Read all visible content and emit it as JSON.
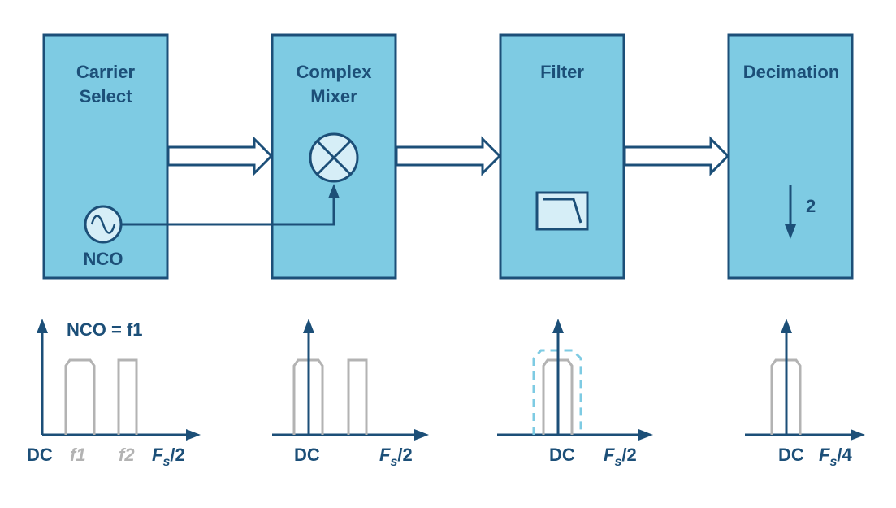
{
  "blocks": {
    "carrier_select": {
      "line1": "Carrier",
      "line2": "Select",
      "nco_label": "NCO"
    },
    "complex_mixer": {
      "line1": "Complex",
      "line2": "Mixer"
    },
    "filter": {
      "label": "Filter"
    },
    "decimation": {
      "label": "Decimation",
      "factor": "2"
    }
  },
  "spectra": {
    "s1": {
      "annotation": "NCO = f1",
      "dc": "DC",
      "f1": "f1",
      "f2": "f2",
      "fs_F": "F",
      "fs_sub": "s",
      "fs_div": "/2"
    },
    "s2": {
      "dc": "DC",
      "fs_F": "F",
      "fs_sub": "s",
      "fs_div": "/2"
    },
    "s3": {
      "dc": "DC",
      "fs_F": "F",
      "fs_sub": "s",
      "fs_div": "/2"
    },
    "s4": {
      "dc": "DC",
      "fs_F": "F",
      "fs_sub": "s",
      "fs_div": "/4"
    }
  },
  "colors": {
    "block_fill": "#7ecbe3",
    "stroke": "#1c4f78",
    "signal_gray": "#b3b3b3",
    "filter_dashed": "#7ecbe3"
  }
}
